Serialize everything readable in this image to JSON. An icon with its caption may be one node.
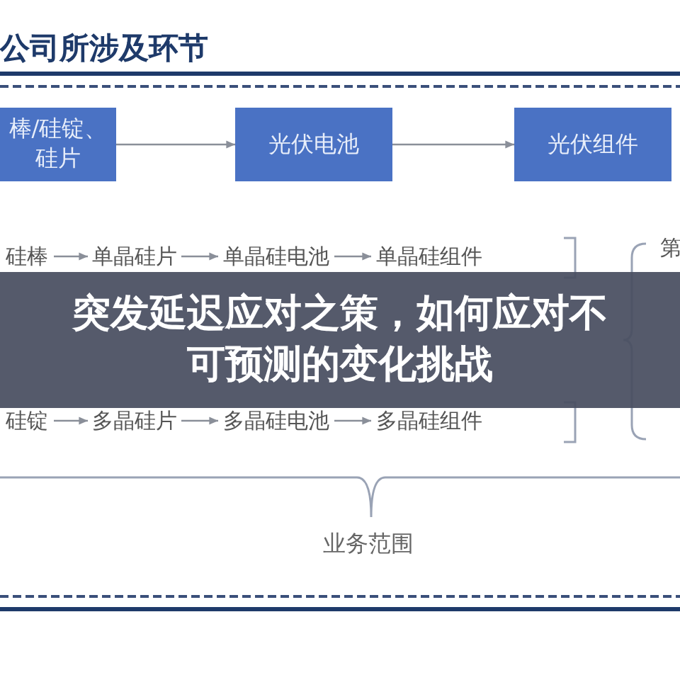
{
  "diagram": {
    "title": "公司所涉及环节",
    "nodes": [
      {
        "text": [
          "棒/硅锭、硅片"
        ]
      },
      {
        "text": [
          "光伏电池"
        ]
      },
      {
        "text": [
          "光伏组件"
        ]
      },
      {
        "text": [
          "硅棒"
        ]
      },
      {
        "text": [
          "单晶硅片"
        ]
      },
      {
        "text": [
          "单晶硅电池"
        ]
      },
      {
        "text": [
          "单晶硅组件"
        ]
      },
      {
        "text": [
          "硅锭"
        ]
      },
      {
        "text": [
          "多晶硅片"
        ]
      },
      {
        "text": [
          "多晶硅电池"
        ]
      },
      {
        "text": [
          "多晶硅组件"
        ]
      }
    ],
    "edges": [
      {
        "from": 0,
        "to": 1,
        "arrow": "to"
      },
      {
        "from": 1,
        "to": 2,
        "arrow": "to"
      },
      {
        "from": 3,
        "to": 4,
        "arrow": "to"
      },
      {
        "from": 4,
        "to": 5,
        "arrow": "to"
      },
      {
        "from": 5,
        "to": 6,
        "arrow": "to"
      },
      {
        "from": 7,
        "to": 8,
        "arrow": "to"
      },
      {
        "from": 8,
        "to": 9,
        "arrow": "to"
      },
      {
        "from": 9,
        "to": 10,
        "arrow": "to"
      }
    ],
    "labels": [
      "第",
      "突发延迟应对之策，如何应对不可预测的变化挑战",
      "业务范围"
    ]
  }
}
